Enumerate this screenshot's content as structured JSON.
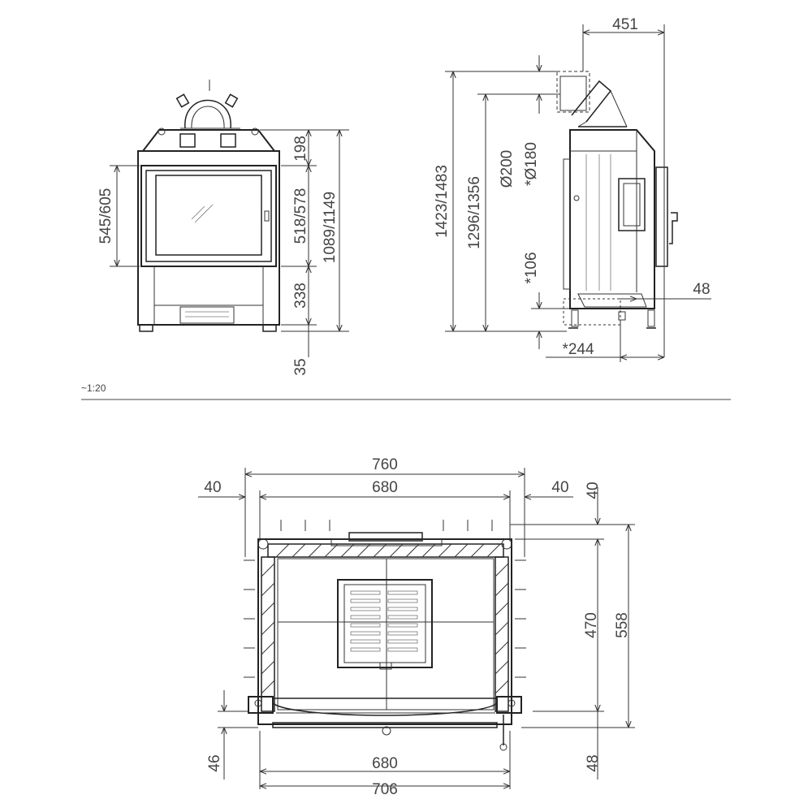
{
  "scale": "~1:20",
  "front_view": {
    "dims": {
      "top": "198",
      "glass_height": "545/605",
      "door_height": "518/578",
      "lower": "338",
      "total": "1089/1149",
      "feet": "35"
    }
  },
  "side_view": {
    "dims": {
      "top_offset": "451",
      "outer_height": "1423/1483",
      "inner_height": "1296/1356",
      "diameter_1": "Ø200",
      "diameter_2": "*Ø180",
      "bottom_offset": "*106",
      "rear_offset": "48",
      "depth": "*244"
    }
  },
  "plan_view": {
    "dims": {
      "outer_width": "760",
      "inner_width": "680",
      "left_margin": "40",
      "right_margin": "40",
      "top_margin": "40",
      "depth_inner": "470",
      "depth_outer": "558",
      "front_left": "46",
      "bottom_inner": "680",
      "bottom_outer": "706",
      "front_right": "48"
    }
  }
}
